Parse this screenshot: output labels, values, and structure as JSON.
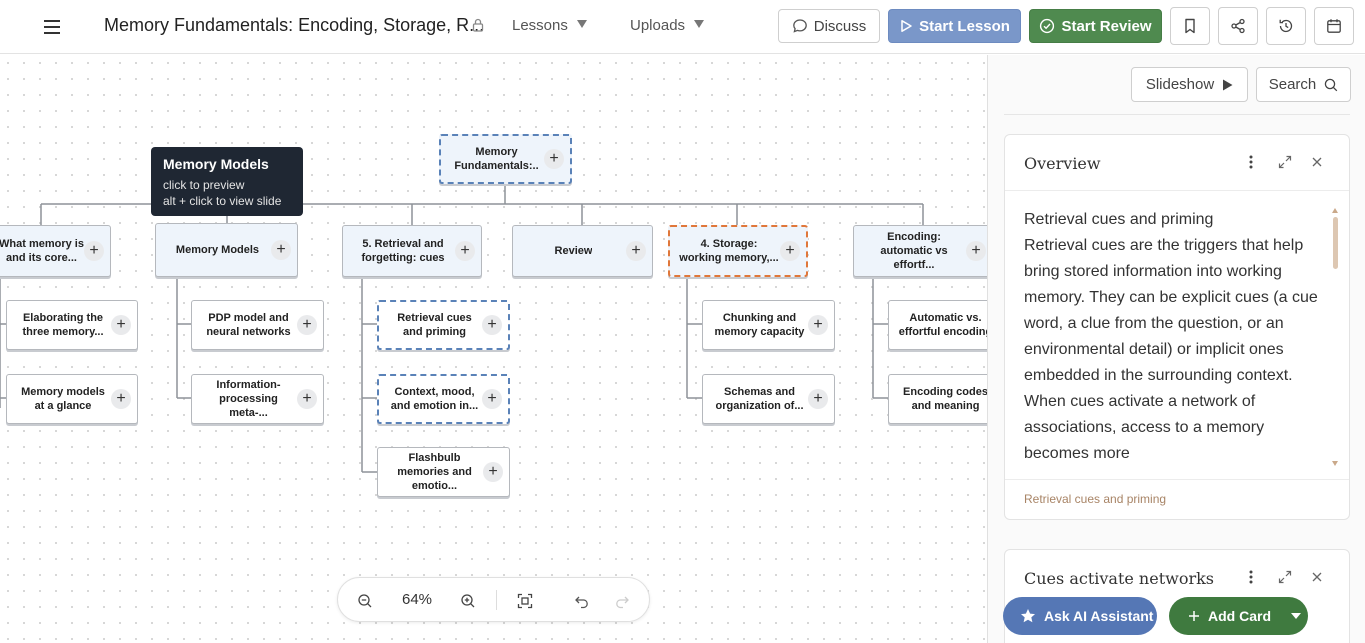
{
  "header": {
    "title": "Memory Fundamentals: Encoding, Storage, R...",
    "menus": {
      "lessons": "Lessons",
      "uploads": "Uploads"
    },
    "buttons": {
      "discuss": "Discuss",
      "start_lesson": "Start Lesson",
      "start_review": "Start Review"
    },
    "icons": [
      "menu-icon",
      "lock-icon",
      "chat-icon",
      "play-icon",
      "check-circle-icon",
      "bookmark-icon",
      "share-icon",
      "history-icon",
      "calendar-icon"
    ]
  },
  "map": {
    "root": "Memory Fundamentals:..",
    "branches": {
      "what_is_memory": {
        "label": "What memory is and its core...",
        "children": [
          "Elaborating the three memory...",
          "Memory models at a glance"
        ]
      },
      "memory_models": {
        "label": "Memory Models",
        "children": [
          "PDP model and neural networks",
          "Information-processing meta-..."
        ]
      },
      "retrieval": {
        "label": "5. Retrieval and forgetting: cues",
        "children": [
          "Retrieval cues and priming",
          "Context, mood, and emotion in...",
          "Flashbulb memories and emotio..."
        ]
      },
      "review": {
        "label": "Review",
        "children": []
      },
      "storage": {
        "label": "4. Storage: working memory,...",
        "children": [
          "Chunking and memory capacity",
          "Schemas and organization of..."
        ]
      },
      "encoding": {
        "label": "Encoding: automatic vs effortf...",
        "children": [
          "Automatic vs. effortful encoding",
          "Encoding codes and meaning"
        ]
      }
    },
    "plus_symbol": "+"
  },
  "tooltip": {
    "title": "Memory Models",
    "line1": "click to preview",
    "line2": "alt + click to view slide"
  },
  "zoom": {
    "level": "64%"
  },
  "panel": {
    "slideshow_label": "Slideshow",
    "search_label": "Search",
    "cards": [
      {
        "title": "Overview",
        "body_heading": "Retrieval cues and priming",
        "body_text": "Retrieval cues are the triggers that help bring stored information into working memory. They can be explicit cues (a cue word, a clue from the question, or an environmental detail) or implicit ones embedded in the surrounding context. When cues activate a network of associations, access to a memory becomes more",
        "footer": "Retrieval cues and priming"
      },
      {
        "title": "Cues activate networks"
      }
    ],
    "ask_ai_label": "Ask AI Assistant",
    "add_card_label": "Add Card"
  },
  "colors": {
    "start_lesson": "#7a97c9",
    "start_review": "#4f8a4f",
    "selected_blue": "#5a82b8",
    "selected_orange": "#e0773a",
    "tooltip_bg": "#1f2733"
  }
}
